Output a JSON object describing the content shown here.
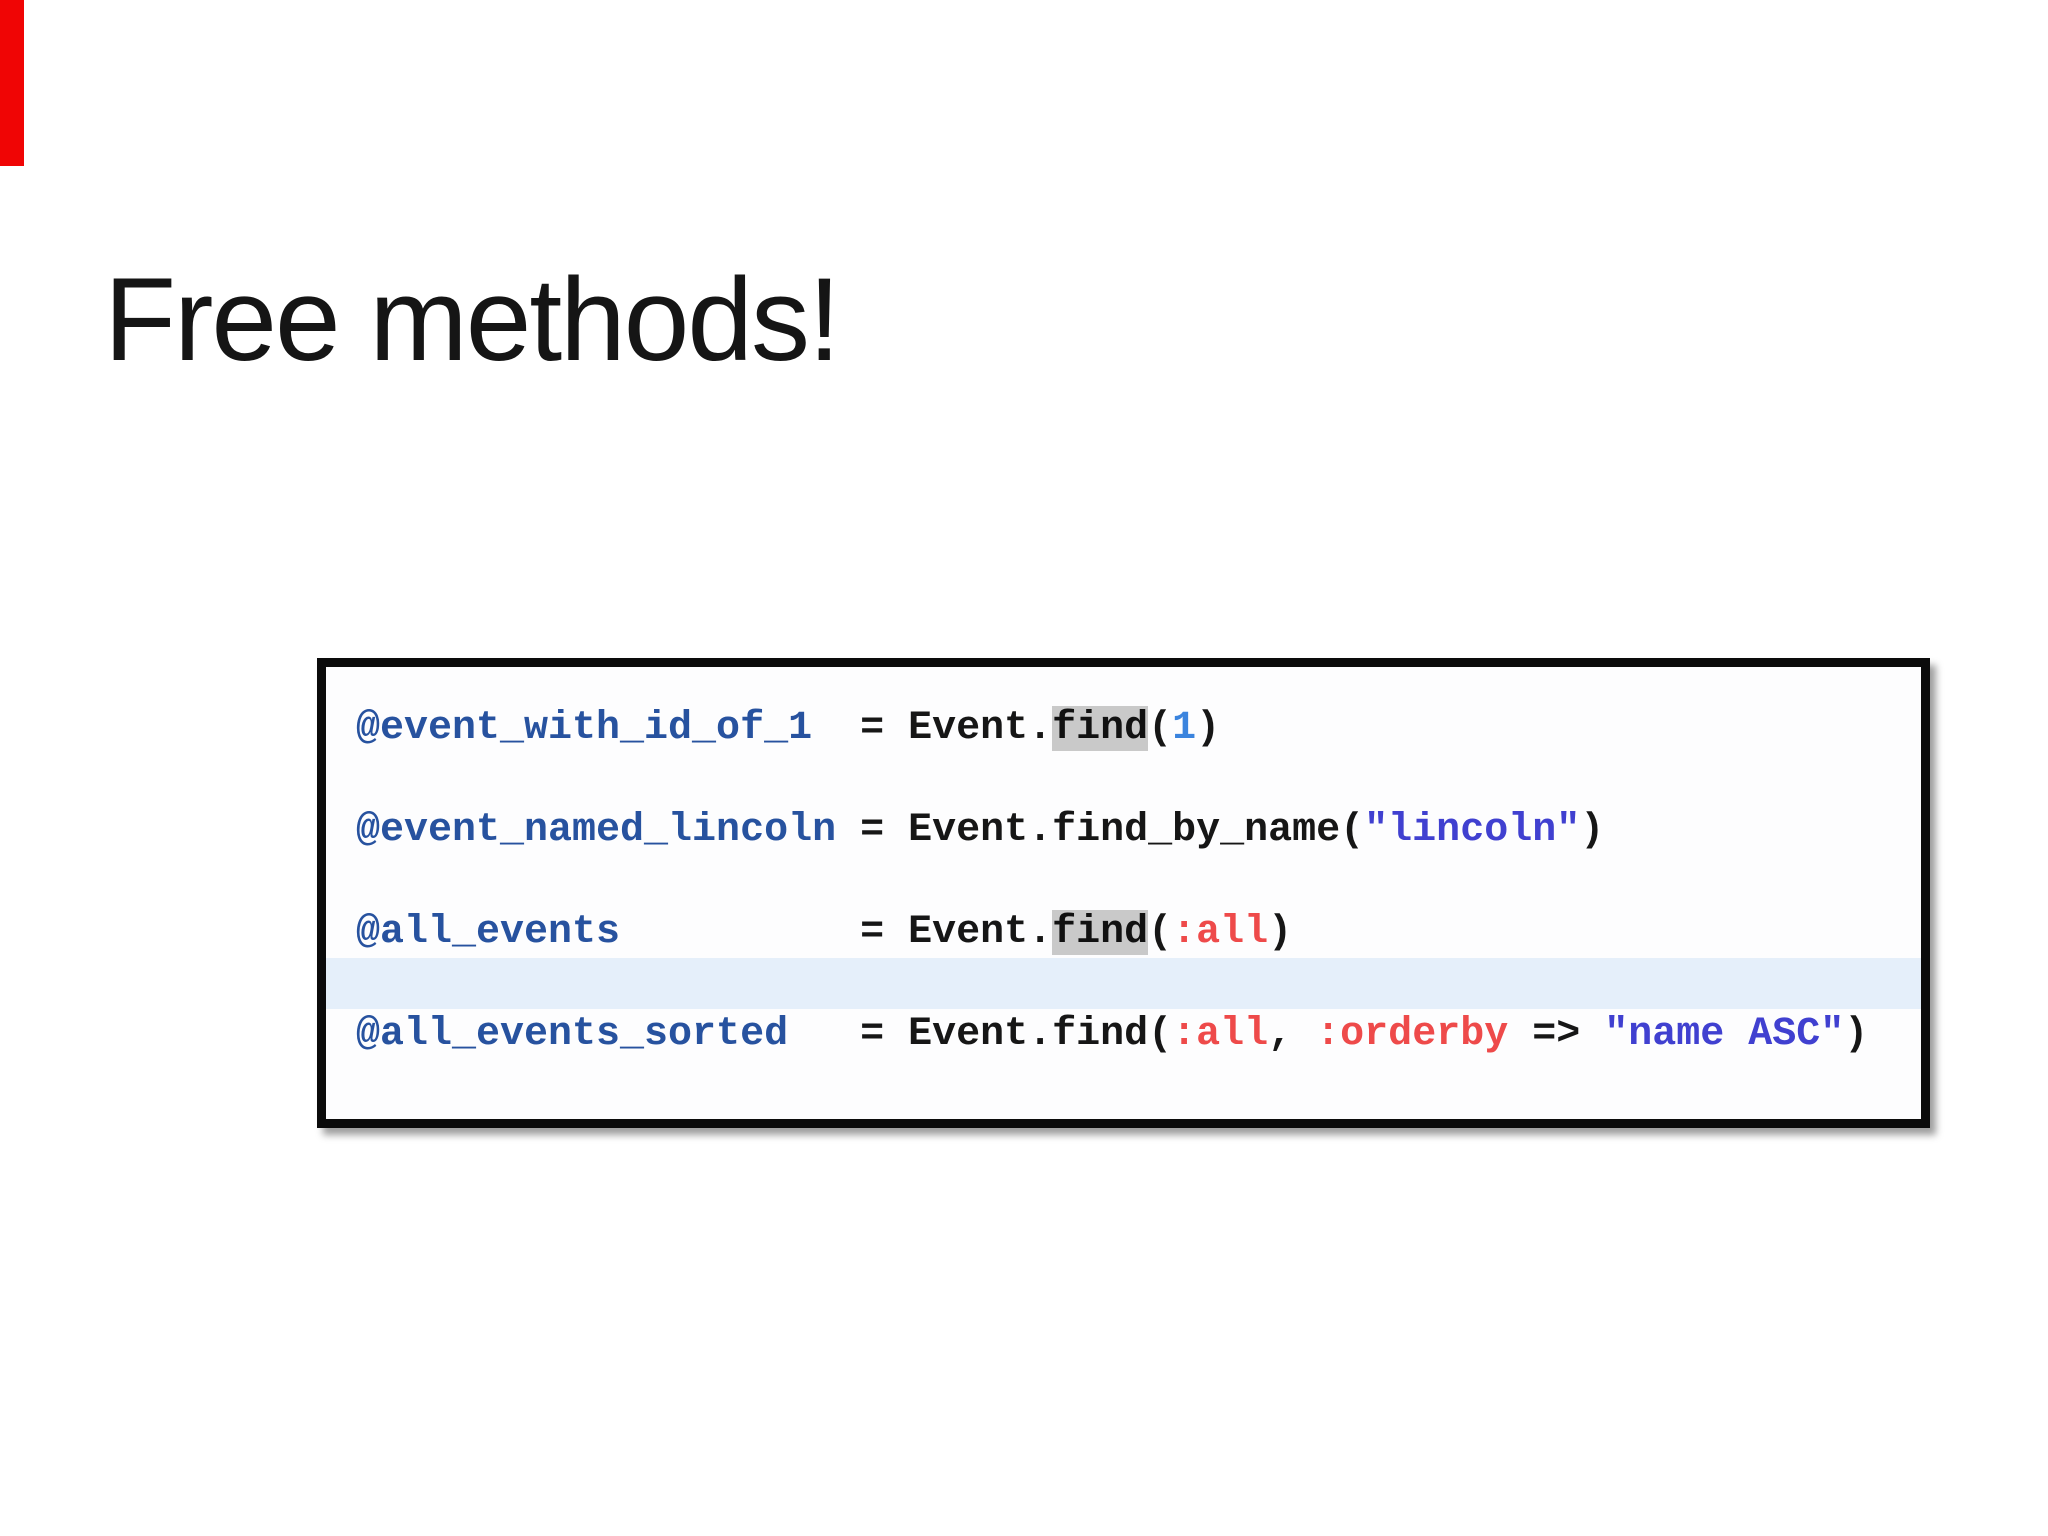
{
  "slide": {
    "title": "Free methods!"
  },
  "colors": {
    "red_accent_bar": "#f00505",
    "title_text": "#151515",
    "code_variable_blue": "#27529f",
    "code_number_blue": "#3b84de",
    "code_symbol_red": "#ee4a4a",
    "code_string_indigo": "#4040d0",
    "find_highlight_gray": "#c9c9c9",
    "selected_row_blue": "#e5effa",
    "code_box_border": "#0b0b0b"
  },
  "code_box": {
    "lines": [
      {
        "segments": [
          {
            "text": "@event_with_id_of_1"
          },
          {
            "text": "  = Event."
          },
          {
            "text": "find"
          },
          {
            "text": "("
          },
          {
            "text": "1"
          },
          {
            "text": ")"
          }
        ]
      },
      {
        "segments": []
      },
      {
        "segments": [
          {
            "text": "@event_named_lincoln"
          },
          {
            "text": " = Event.find_by_name("
          },
          {
            "text": "\"lincoln\""
          },
          {
            "text": ")"
          }
        ]
      },
      {
        "segments": []
      },
      {
        "segments": [
          {
            "text": "@all_events"
          },
          {
            "text": "          = Event."
          },
          {
            "text": "find"
          },
          {
            "text": "("
          },
          {
            "text": ":all"
          },
          {
            "text": ")"
          }
        ]
      },
      {
        "segments": [],
        "highlighted": true
      },
      {
        "segments": [
          {
            "text": "@all_events_sorted"
          },
          {
            "text": "   = Event.find("
          },
          {
            "text": ":all"
          },
          {
            "text": ", "
          },
          {
            "text": ":orderby"
          },
          {
            "text": " => "
          },
          {
            "text": "\"name ASC\""
          },
          {
            "text": ")"
          }
        ]
      }
    ]
  }
}
